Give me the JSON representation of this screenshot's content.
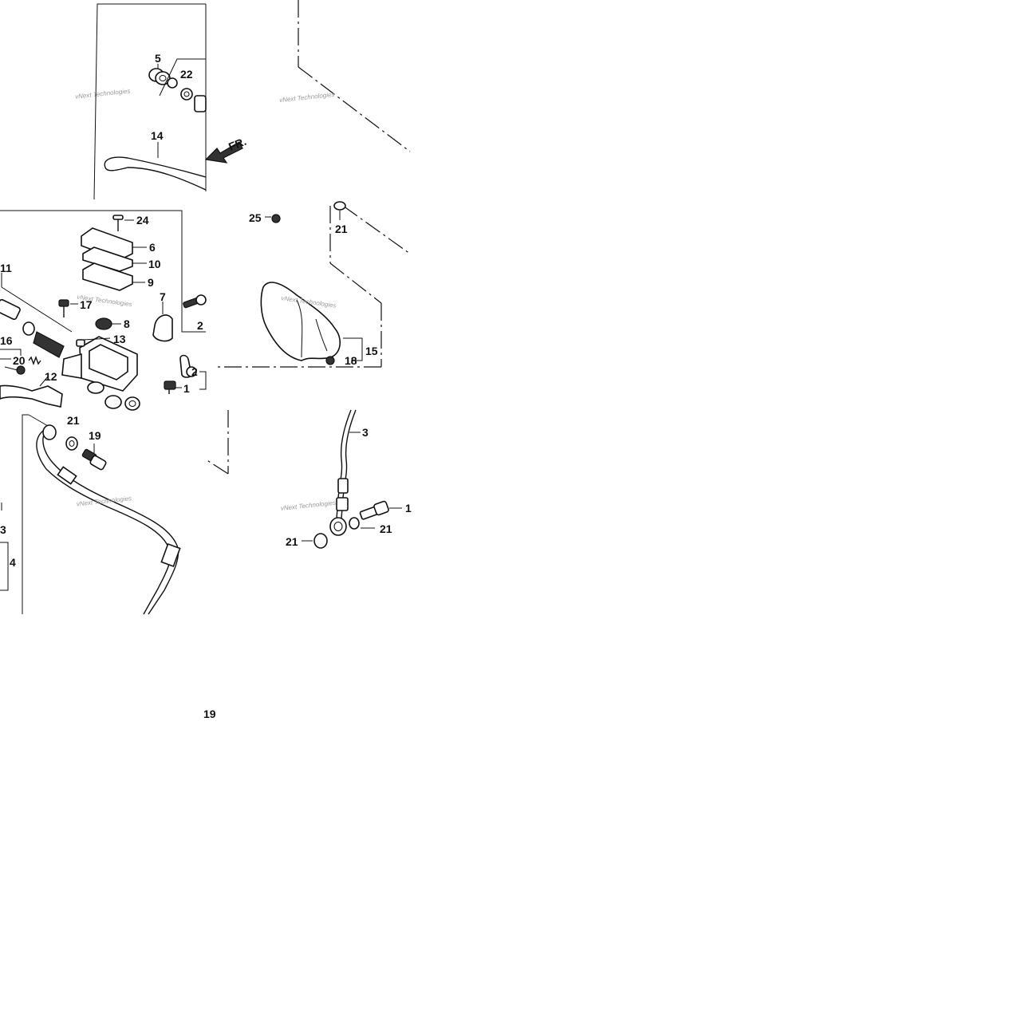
{
  "page_number": "19",
  "direction_marker": "FR.",
  "watermarks": [
    "vNext Technologies",
    "vNext Technologies",
    "vNext Technologies",
    "vNext Technologies",
    "vNext Technologies",
    "vNext Technologies"
  ],
  "callouts": [
    {
      "id": "c5",
      "label": "5"
    },
    {
      "id": "c22",
      "label": "22"
    },
    {
      "id": "c14",
      "label": "14"
    },
    {
      "id": "c24",
      "label": "24"
    },
    {
      "id": "c6",
      "label": "6"
    },
    {
      "id": "c10",
      "label": "10"
    },
    {
      "id": "c9",
      "label": "9"
    },
    {
      "id": "c11",
      "label": "11"
    },
    {
      "id": "c17",
      "label": "17"
    },
    {
      "id": "c8",
      "label": "8"
    },
    {
      "id": "c7",
      "label": "7"
    },
    {
      "id": "c2a",
      "label": "2"
    },
    {
      "id": "c13",
      "label": "13"
    },
    {
      "id": "c16",
      "label": "16"
    },
    {
      "id": "c20",
      "label": "20"
    },
    {
      "id": "c12",
      "label": "12"
    },
    {
      "id": "c2b",
      "label": "2"
    },
    {
      "id": "c1a",
      "label": "1"
    },
    {
      "id": "c25",
      "label": "25"
    },
    {
      "id": "c21a",
      "label": "21"
    },
    {
      "id": "c15",
      "label": "15"
    },
    {
      "id": "c18",
      "label": "18"
    },
    {
      "id": "c21b",
      "label": "21"
    },
    {
      "id": "c19",
      "label": "19"
    },
    {
      "id": "c3a",
      "label": "3"
    },
    {
      "id": "c4",
      "label": "4"
    },
    {
      "id": "c3b",
      "label": "3"
    },
    {
      "id": "c1b",
      "label": "1"
    },
    {
      "id": "c21c",
      "label": "21"
    },
    {
      "id": "c21d",
      "label": "21"
    }
  ]
}
